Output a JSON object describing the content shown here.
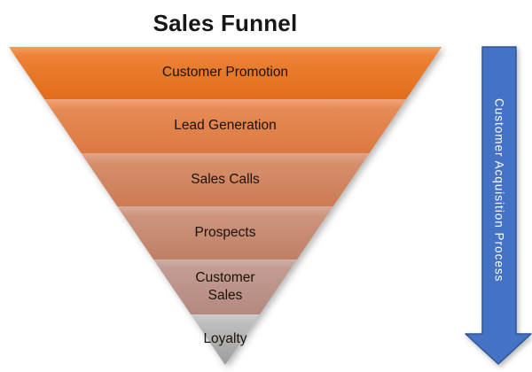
{
  "title": "Sales Funnel",
  "funnel": {
    "type": "inverted-pyramid",
    "segments": [
      {
        "label": "Customer Promotion",
        "color_top": "#F39B60",
        "color_bottom": "#E26C1A"
      },
      {
        "label": "Lead Generation",
        "color_top": "#EFA478",
        "color_bottom": "#DC7941"
      },
      {
        "label": "Sales Calls",
        "color_top": "#DFA68C",
        "color_bottom": "#CC7B54"
      },
      {
        "label": "Prospects",
        "color_top": "#D7AB99",
        "color_bottom": "#C08066"
      },
      {
        "label": "Customer Sales",
        "color_top": "#CDB1A9",
        "color_bottom": "#B4897F"
      },
      {
        "label": "Loyalty",
        "color_top": "#CCCCCC",
        "color_bottom": "#9C9C9C"
      }
    ]
  },
  "process_arrow": {
    "label": "Customer Acquisition Process",
    "direction": "down",
    "fill_color": "#4472C4",
    "border_color": "#2F5597",
    "text_color": "#FFFFFF"
  }
}
